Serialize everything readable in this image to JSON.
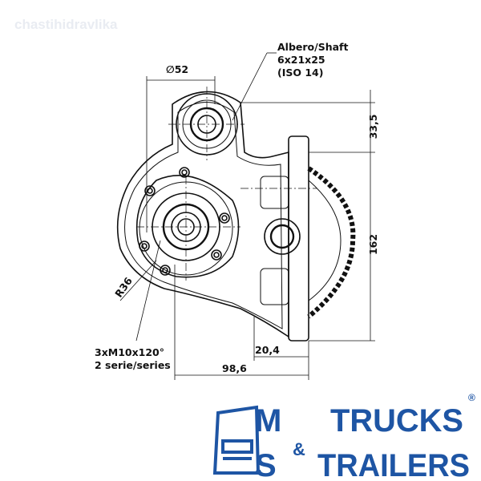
{
  "watermark": "chastihidravlika",
  "callouts": {
    "shaft_line1": "Albero/Shaft",
    "shaft_line2": "6x21x25",
    "shaft_line3": "(ISO 14)",
    "holes_line1": "3xM10x120°",
    "holes_line2": "2 serie/series"
  },
  "dimensions": {
    "diameter": "∅52",
    "height_top": "33,5",
    "height_total": "162",
    "offset": "20,4",
    "width": "98,6",
    "radius": "R36"
  },
  "logo": {
    "letter_m": "M",
    "letter_s": "S",
    "word1": "TRUCKS",
    "amp": "&",
    "word2": "TRAILERS",
    "registered": "®",
    "color": "#1e55a4"
  }
}
